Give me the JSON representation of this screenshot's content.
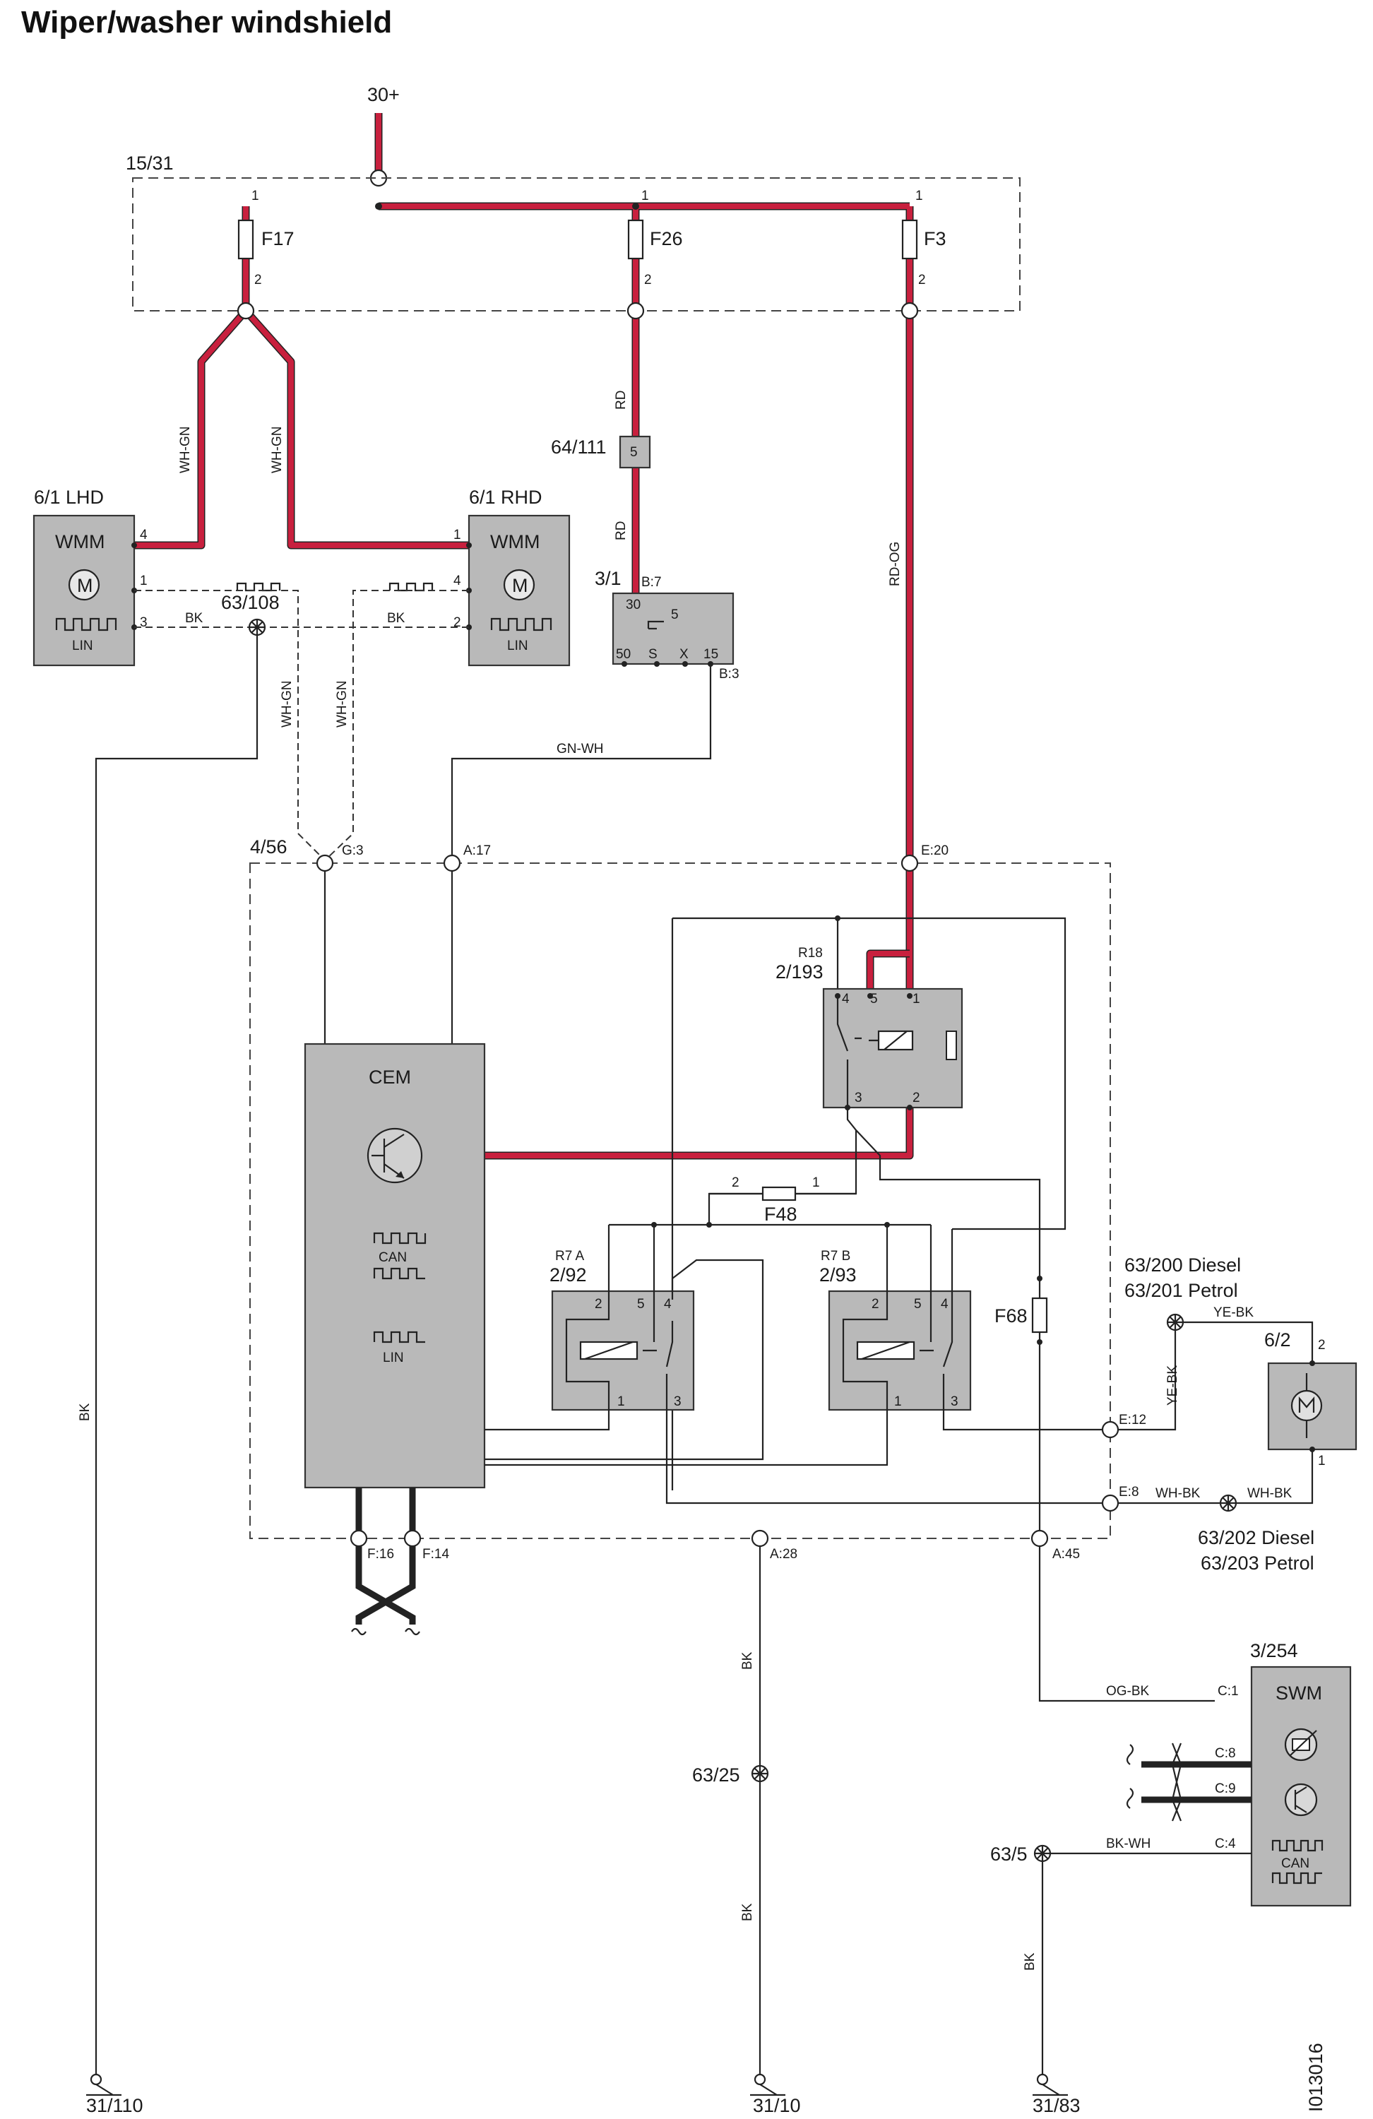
{
  "title": "Wiper/washer windshield",
  "doc_id": "I013016",
  "supply": "30+",
  "fusebox": {
    "id": "15/31",
    "fuses": [
      {
        "name": "F17",
        "pin_in": "1",
        "pin_out": "2"
      },
      {
        "name": "F26",
        "pin_in": "1",
        "pin_out": "2"
      },
      {
        "name": "F3",
        "pin_in": "1",
        "pin_out": "2"
      }
    ]
  },
  "wmm_lhd": {
    "id": "6/1 LHD",
    "name": "WMM",
    "motor": "M",
    "bus": "LIN",
    "pins": [
      "4",
      "1",
      "3"
    ]
  },
  "wmm_rhd": {
    "id": "6/1 RHD",
    "name": "WMM",
    "motor": "M",
    "bus": "LIN",
    "pins": [
      "1",
      "4",
      "2"
    ]
  },
  "ground_63_108": "63/108",
  "connector_64_111": {
    "id": "64/111",
    "pin": "5"
  },
  "ignition_switch": {
    "id": "3/1",
    "pin_top": "B:7",
    "pin_bottom": "B:3",
    "terminals": [
      "30",
      "5",
      "50",
      "S",
      "X",
      "15"
    ]
  },
  "cem_box": {
    "id": "4/56",
    "pins": [
      "G:3",
      "A:17",
      "E:20",
      "E:12",
      "E:8",
      "F:16",
      "F:14",
      "A:28",
      "A:45"
    ]
  },
  "cem": {
    "name": "CEM",
    "can": "CAN",
    "lin": "LIN"
  },
  "relay_r18": {
    "ref": "R18",
    "id": "2/193",
    "pins": [
      "4",
      "5",
      "1",
      "3",
      "2"
    ]
  },
  "fuse_f48": {
    "name": "F48",
    "pins": [
      "2",
      "1"
    ]
  },
  "fuse_f68": {
    "name": "F68"
  },
  "relay_r7a": {
    "ref": "R7 A",
    "id": "2/92",
    "pins": [
      "2",
      "5",
      "4",
      "1",
      "3"
    ]
  },
  "relay_r7b": {
    "ref": "R7 B",
    "id": "2/93",
    "pins": [
      "2",
      "5",
      "4",
      "1",
      "3"
    ]
  },
  "washer_pump": {
    "id": "6/2",
    "pins": [
      "2",
      "1"
    ]
  },
  "ground_200": [
    "63/200 Diesel",
    "63/201 Petrol"
  ],
  "ground_202": [
    "63/202 Diesel",
    "63/203 Petrol"
  ],
  "ground_63_25": "63/25",
  "ground_63_5": "63/5",
  "swm": {
    "id": "3/254",
    "name": "SWM",
    "can": "CAN",
    "pins": [
      "C:1",
      "C:8",
      "C:9",
      "C:4"
    ]
  },
  "wire_colors": {
    "wh_gn": "WH-GN",
    "rd": "RD",
    "rd_og": "RD-OG",
    "bk": "BK",
    "gn_wh": "GN-WH",
    "ye_bk": "YE-BK",
    "wh_bk": "WH-BK",
    "og_bk": "OG-BK",
    "bk_wh": "BK-WH"
  },
  "grounds_bottom": [
    "31/110",
    "31/10",
    "31/83"
  ],
  "colors": {
    "powered": "#c8203e",
    "component": "#b9b9b9",
    "wire": "#222222"
  }
}
